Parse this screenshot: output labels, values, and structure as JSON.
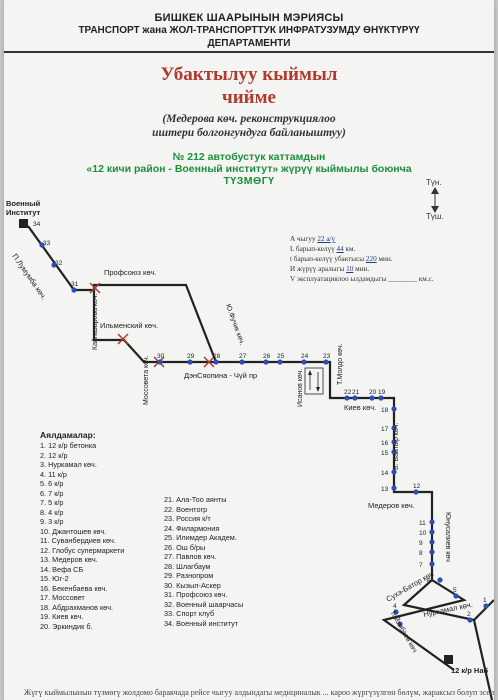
{
  "header": {
    "line1": "БИШКЕК ШААРЫНЫН МЭРИЯСЫ",
    "line2": "ТРАНСПОРТ жана ЖОЛ-ТРАНСПОРТТУК ИНФРАТУЗУМДУ ӨНҮКТҮРҮҮ",
    "line3": "ДЕПАРТАМЕНТИ"
  },
  "title": {
    "line1": "Убактылуу кыймыл",
    "line2": "чийме"
  },
  "subtitle": {
    "line1": "(Медерова көч. реконструкциялоо",
    "line2": "иштери болгонгундуга байланыштуу)"
  },
  "route": {
    "line1": "№ 212 автобустук каттамдын",
    "line2": "«12 кичи район - Военный институт» жүрүү кыймылы боюнча",
    "line3": "ТҮЗМӨГҮ"
  },
  "directions": {
    "north": "Түн.",
    "south": "Түш."
  },
  "info": {
    "row1_label": "А чыгуу",
    "row1_value": "22 а/у",
    "row2_label": "L барып-келүү",
    "row2_value": "44",
    "row2_unit": "км.",
    "row3_label": "t барып-келүү убактысы",
    "row3_value": "220",
    "row3_unit": "мин.",
    "row4_label": "И жүрүү аралыгы",
    "row4_value": "10",
    "row4_unit": "мин.",
    "row5_label": "V эксплуатациялоо ылдамдыгы",
    "row5_unit": "км.с."
  },
  "map": {
    "start_label_1": "Военный",
    "start_label_2": "Институт",
    "end_label": "12 к/р Наб",
    "streets": {
      "lumumba": "П.Лумумба көч.",
      "profsoyuz": "Профсоюз көч.",
      "kainazarov": "Кайназарова көч.",
      "ilmenskiy": "Ильменский көч.",
      "mossovet": "Моссовета көч.",
      "fuchik": "Ю.Фучик көч.",
      "janyspin": "ДэнСяопина - Чүй пр",
      "isanov": "Исанов көч.",
      "moldo": "Т.Молдо көч.",
      "kiev": "Киев көч.",
      "baatyr": "Б. Баатыр көч.",
      "mederov": "Медеров көч.",
      "yunusaliev": "Юнусалиев көч",
      "sukhe": "Сухэ-Батор көч",
      "tokombaev": "Токомбаев көч",
      "nurkamal": "Нуркамал көч."
    },
    "stop_numbers": [
      "34",
      "33",
      "32",
      "31",
      "30",
      "29",
      "28",
      "27",
      "26",
      "25",
      "24",
      "23",
      "22",
      "21",
      "20",
      "19",
      "18",
      "17",
      "16",
      "15",
      "14",
      "13",
      "12",
      "11",
      "10",
      "9",
      "8",
      "7",
      "6",
      "5",
      "4",
      "3",
      "2",
      "1"
    ]
  },
  "stops_title": "Аялдамалар:",
  "stops_col1": [
    "1. 12 к/р бетонка",
    "2. 12 к/р",
    "3. Нуркамал көч.",
    "4.  11 к/р",
    "5. 6 к/р",
    "6. 7 к/р",
    "7.  5 к/р",
    "8. 4 к/р",
    "9. 3 к/р",
    "10. Джантошев көч.",
    "11. Суванбердиев көч.",
    "12. Глобус супермаркети",
    "13. Медеров көч.",
    "14. Вефа СБ",
    "15. Юг-2",
    "16. Бекенбаева көч.",
    "17. Моссовет",
    "18. Абдрахманов көч.",
    "19. Киев көч.",
    "20. Эркиндик б."
  ],
  "stops_col2": [
    "21. Ала-Тоо аянты",
    "22. Воентогр",
    "23. Россия к/т",
    "24. Филармония",
    "25. Илимдер Академ.",
    "26. Ош б/ры",
    "27. Павлов көч.",
    "28. Шлагбаум",
    "29. Разнопром",
    "30. Кызыл-Аскер",
    "31. Профсоюз көч.",
    "32. Военный шаарчасы",
    "33. Спорт клуб",
    "34. Военный институт"
  ],
  "bottom_text": "Жүгү кыймылынын түзмөгү жолдомо баракчада рейсе чыгуу алдындагы медициналык ... кароо жүргүзүлгөн бөлүм, жараксыз болуп эсептелет"
}
